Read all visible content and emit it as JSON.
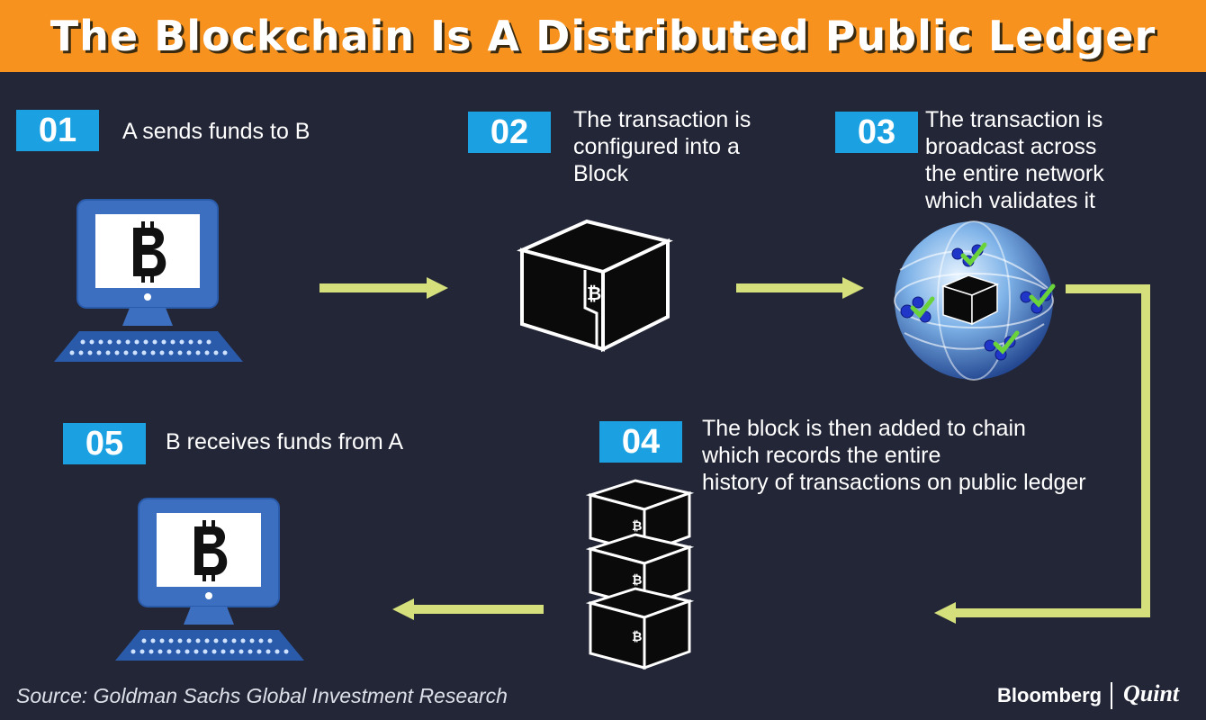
{
  "title": "The Blockchain Is A Distributed Public Ledger",
  "steps": [
    {
      "number": "01",
      "text": "A sends funds to  B"
    },
    {
      "number": "02",
      "text": "The transaction is\nconfigured into a\nBlock"
    },
    {
      "number": "03",
      "text": "The transaction is\nbroadcast across\nthe entire network\nwhich  validates it"
    },
    {
      "number": "04",
      "text": "The block is then added to chain\nwhich records the entire\nhistory of transactions on public ledger"
    },
    {
      "number": "05",
      "text": "B receives funds from A"
    }
  ],
  "source": "Source: Goldman Sachs Global Investment Research",
  "brand": {
    "name": "Bloomberg",
    "partner": "Quint"
  },
  "colors": {
    "background": "#232637",
    "title_bar": "#f7921e",
    "badge": "#1ba1e2",
    "arrow": "#d5e07c",
    "computer": "#3d6fc1"
  },
  "icons": [
    "computer-icon",
    "bitcoin-icon",
    "block-icon",
    "globe-network-icon",
    "block-chain-icon",
    "checkmark-icon"
  ]
}
